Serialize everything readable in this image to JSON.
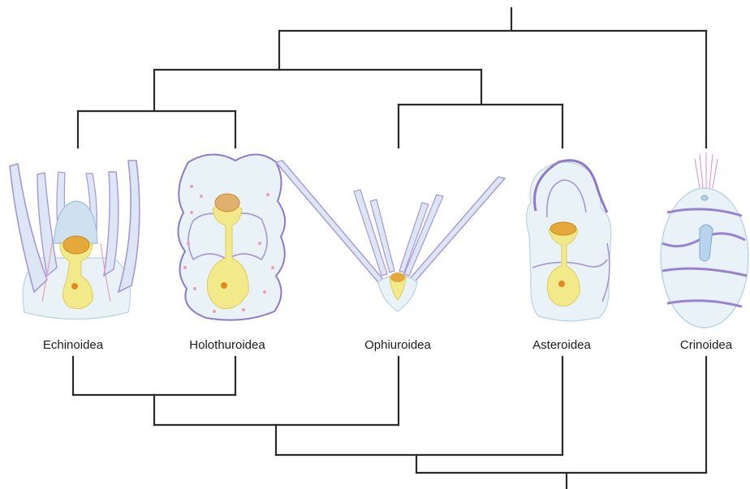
{
  "taxa": [
    {
      "id": "echinoidea",
      "label": "Echinoidea"
    },
    {
      "id": "holothuroidea",
      "label": "Holothuroidea"
    },
    {
      "id": "ophiuroidea",
      "label": "Ophiuroidea"
    },
    {
      "id": "asteroidea",
      "label": "Asteroidea"
    },
    {
      "id": "crinoidea",
      "label": "Crinoidea"
    }
  ],
  "colors": {
    "tree_line": "#2a2a2a",
    "body_fill": "#e9f2f7",
    "body_outline": "#8f7ac6",
    "gut_yellow": "#f2e98a",
    "gut_orange": "#e5a93a",
    "tube_pink": "#e8a1b3",
    "spine_pink": "#d88fc4"
  },
  "upper_tree": {
    "topology": "((Echinoidea,Holothuroidea),(Ophiuroidea,Asteroidea)),Crinoidea"
  },
  "lower_tree": {
    "topology": "(((Echinoidea,Holothuroidea),Ophiuroidea),Asteroidea),Crinoidea"
  }
}
